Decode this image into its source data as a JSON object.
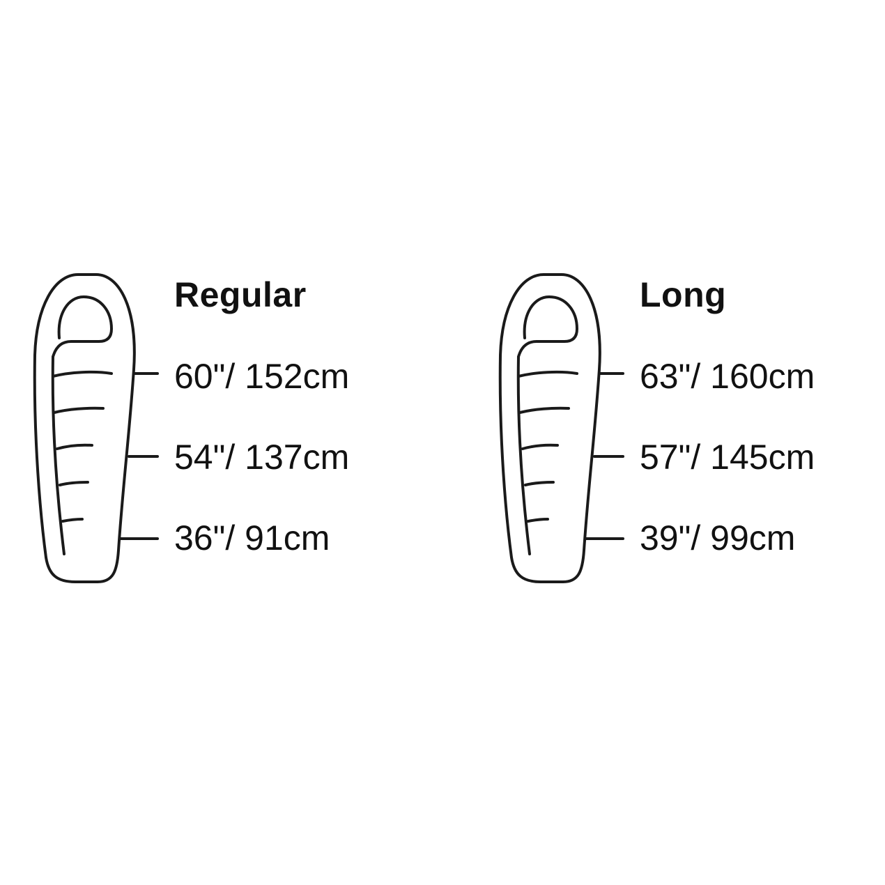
{
  "sizes": [
    {
      "name": "Regular",
      "measurements": [
        "60\"/ 152cm",
        "54\"/ 137cm",
        "36\"/ 91cm"
      ]
    },
    {
      "name": "Long",
      "measurements": [
        "63\"/ 160cm",
        "57\"/ 145cm",
        "39\"/ 99cm"
      ]
    }
  ],
  "colors": {
    "line": "#1a1a1a",
    "text": "#111111",
    "background": "#ffffff"
  },
  "icons": [
    "sleeping-bag-icon"
  ]
}
